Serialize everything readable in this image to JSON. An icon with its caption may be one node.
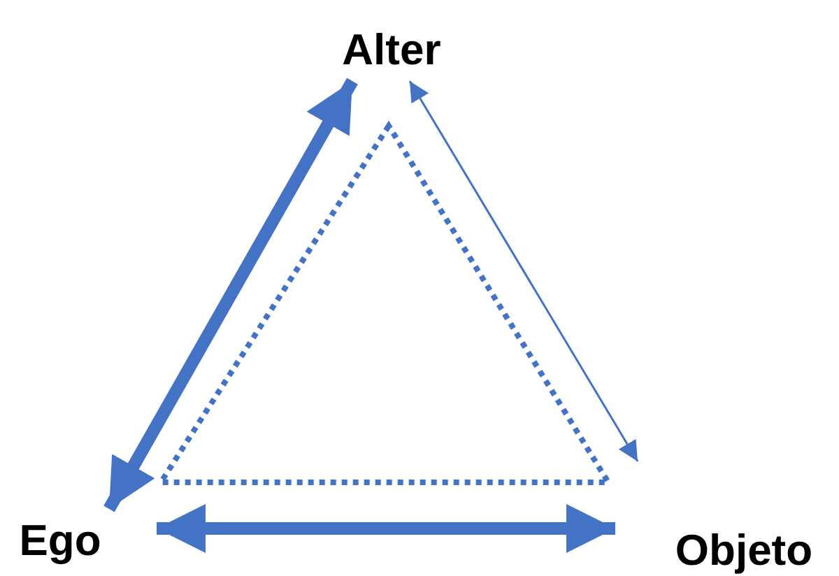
{
  "diagram": {
    "nodes": [
      {
        "text": [
          "Alter"
        ]
      },
      {
        "text": [
          "Ego"
        ]
      },
      {
        "text": [
          "Objeto"
        ]
      }
    ],
    "edges": [
      {
        "from": 1,
        "to": 0,
        "arrow": "both"
      },
      {
        "from": 0,
        "to": 2,
        "arrow": "both"
      },
      {
        "from": 1,
        "to": 2,
        "arrow": "both"
      }
    ]
  }
}
